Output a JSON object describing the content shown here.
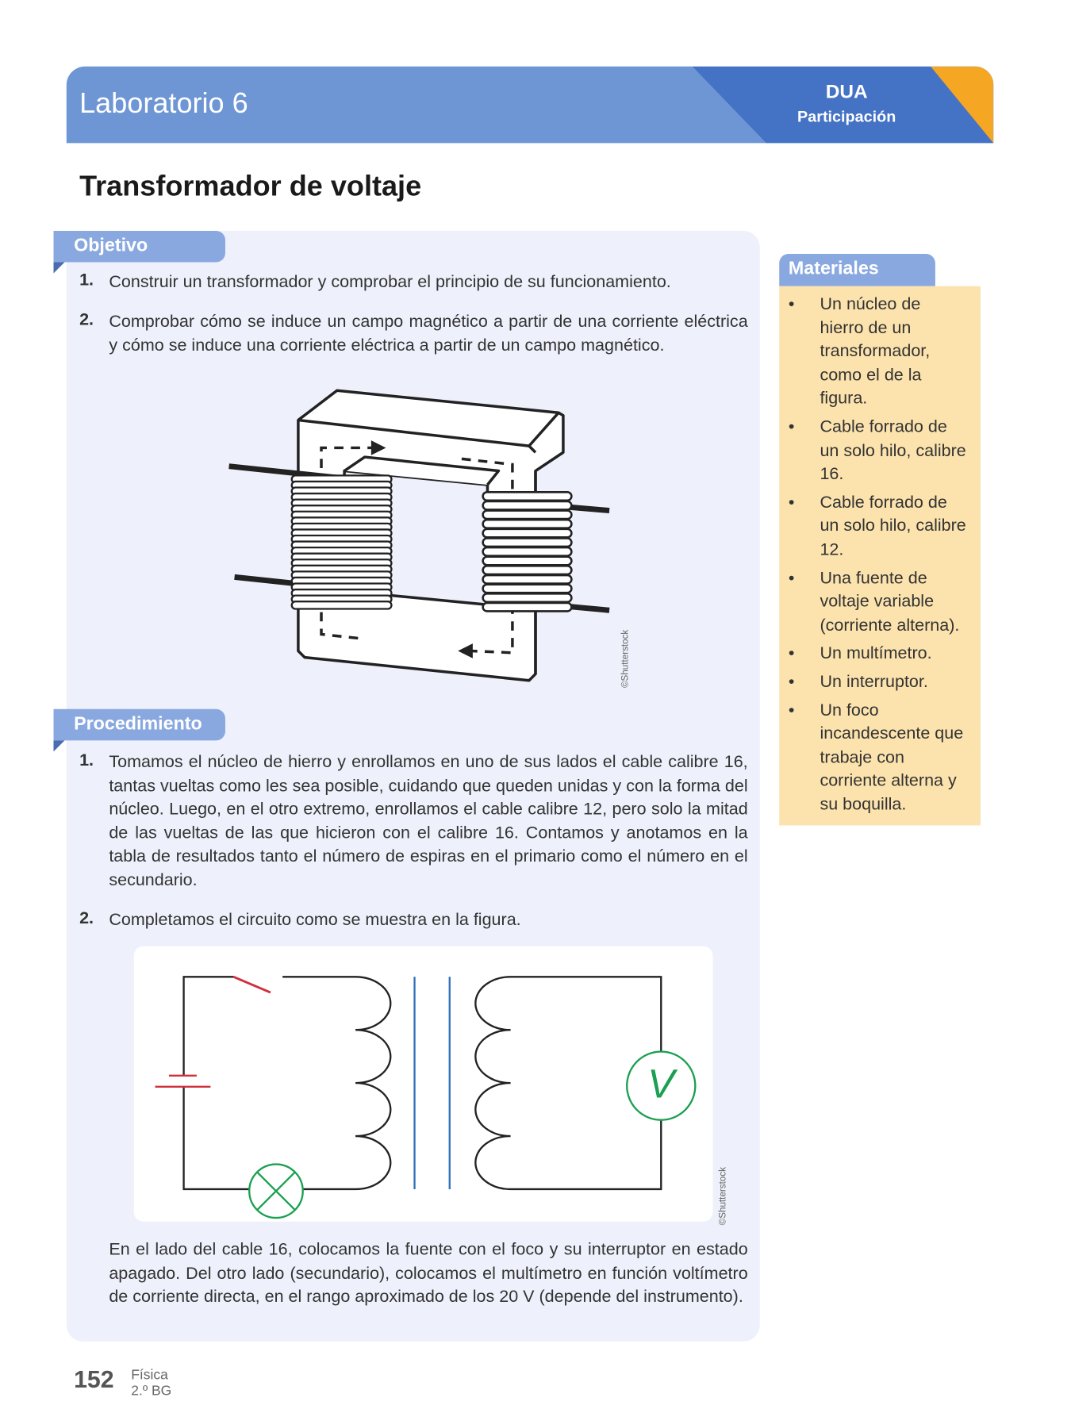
{
  "header": {
    "title": "Laboratorio 6",
    "badge_title": "DUA",
    "badge_subtitle": "Participación",
    "colors": {
      "main": "#6e96d4",
      "dark": "#4472c4",
      "accent": "#f5a623"
    }
  },
  "page_title": "Transformador de voltaje",
  "objetivo": {
    "label": "Objetivo",
    "items": [
      {
        "num": "1.",
        "text": "Construir un transformador y comprobar el principio de su funcionamiento."
      },
      {
        "num": "2.",
        "text": "Comprobar cómo se induce un campo magnético a partir de una corriente eléctrica y cómo se induce una corriente eléctrica a partir de un campo magnético."
      }
    ],
    "figure_credit": "©Shutterstock"
  },
  "procedimiento": {
    "label": "Procedimiento",
    "items": [
      {
        "num": "1.",
        "text": "Tomamos el núcleo de hierro y enrollamos en uno de sus lados el cable calibre 16, tantas vueltas como les sea posible, cuidando que queden unidas y con la forma del núcleo. Luego, en el otro extremo, enrollamos el cable calibre 12, pero solo la mitad de las vueltas de las que hicieron con el calibre 16. Contamos y anotamos en la tabla de resultados tanto el número de espiras en el primario como el número en el secundario."
      },
      {
        "num": "2.",
        "text": "Completamos el circuito como se muestra en la figura."
      }
    ],
    "circuit_voltmeter_label": "V",
    "figure_credit": "©Shutterstock",
    "paragraph": "En el lado del cable 16, colocamos la fuente con el foco y su interruptor en estado apagado. Del otro lado (secundario), colocamos el multímetro en función voltímetro de corriente directa, en el rango aproximado de los 20 V (depende del instrumento)."
  },
  "materiales": {
    "label": "Materiales",
    "items": [
      "Un núcleo de hierro de un transformador, como el de la figura.",
      "Cable forrado de un solo hilo, calibre 16.",
      "Cable forrado de un solo hilo, calibre 12.",
      "Una fuente de voltaje variable (corriente alterna).",
      "Un multímetro.",
      "Un interruptor.",
      "Un foco incandescente que trabaje con corriente alterna y su boquilla."
    ],
    "bullet": "•"
  },
  "footer": {
    "page_number": "152",
    "subject": "Física",
    "grade": "2.º BG"
  }
}
